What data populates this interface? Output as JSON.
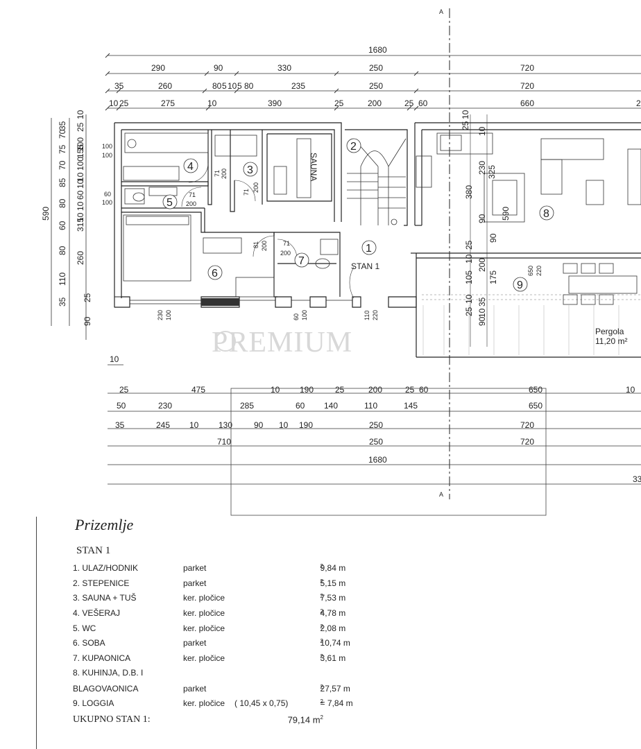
{
  "plan": {
    "watermark": "PREMIUM",
    "top_dims": {
      "row1": [
        "1680"
      ],
      "row2": [
        "290",
        "90",
        "330",
        "250",
        "720"
      ],
      "row3": [
        "35",
        "260",
        "80",
        "5",
        "10",
        "5",
        "80",
        "235",
        "250",
        "720"
      ],
      "row4": [
        "10",
        "25",
        "275",
        "10",
        "390",
        "25",
        "200",
        "25",
        "60",
        "660",
        "2"
      ]
    },
    "bottom_dims": {
      "row1": [
        "25",
        "475",
        "10",
        "190",
        "25",
        "200",
        "25",
        "60",
        "650",
        "10"
      ],
      "row2": [
        "50",
        "230",
        "285",
        "60",
        "140",
        "110",
        "145",
        "650"
      ],
      "row3": [
        "35",
        "245",
        "10",
        "130",
        "90",
        "10",
        "190",
        "250",
        "720"
      ],
      "row4": [
        "710",
        "250",
        "720"
      ],
      "row5": [
        "1680"
      ],
      "row6": [
        "33"
      ]
    },
    "left_dims": {
      "total": "590",
      "col1": [
        "35",
        "110",
        "80",
        "60",
        "80",
        "85",
        "70",
        "75",
        "70",
        "35"
      ],
      "col2": [
        "260",
        "315",
        "10",
        "10",
        "60",
        "10",
        "10",
        "100",
        "155",
        "100",
        "25",
        "10"
      ],
      "misc": [
        "90",
        "25",
        "10",
        "10"
      ]
    },
    "rooms": [
      {
        "num": "1",
        "label": "STAN 1"
      },
      {
        "num": "2"
      },
      {
        "num": "3",
        "label": "SAUNA"
      },
      {
        "num": "4"
      },
      {
        "num": "5"
      },
      {
        "num": "6"
      },
      {
        "num": "7"
      },
      {
        "num": "8"
      },
      {
        "num": "9"
      }
    ],
    "door_labels": {
      "d4": [
        "71",
        "200"
      ],
      "d3": [
        "71",
        "200"
      ],
      "d5": [
        "71",
        "200"
      ],
      "d6": [
        "81",
        "200"
      ],
      "d7": [
        "71",
        "200"
      ],
      "w4": [
        "100",
        "100"
      ],
      "w5": [
        "60",
        "100"
      ],
      "w6": [
        "230",
        "100"
      ],
      "w7": [
        "60",
        "100"
      ],
      "d1": [
        "110",
        "220"
      ],
      "w9": [
        "650",
        "220"
      ]
    },
    "kitchen_dims": [
      "10",
      "25",
      "10",
      "230",
      "325",
      "380",
      "90",
      "590",
      "90",
      "25",
      "10",
      "200",
      "105",
      "175",
      "35",
      "10",
      "25",
      "10",
      "90"
    ],
    "pergola": {
      "label": "Pergola",
      "area": "11,20 m²"
    }
  },
  "legend": {
    "title": "Prizemlje",
    "subtitle": "STAN 1",
    "rows": [
      {
        "name": "1. ULAZ/HODNIK",
        "material": "parket",
        "note": "",
        "area": "9,84 m"
      },
      {
        "name": "2. STEPENICE",
        "material": "parket",
        "note": "",
        "area": "5,15 m"
      },
      {
        "name": "3. SAUNA + TUŠ",
        "material": "ker. pločice",
        "note": "",
        "area": "7,53 m"
      },
      {
        "name": "4. VEŠERAJ",
        "material": "ker. pločice",
        "note": "",
        "area": "4,78 m"
      },
      {
        "name": "5. WC",
        "material": "ker. pločice",
        "note": "",
        "area": "2,08 m"
      },
      {
        "name": "6. SOBA",
        "material": "parket",
        "note": "",
        "area": "10,74 m"
      },
      {
        "name": "7. KUPAONICA",
        "material": "ker. pločice",
        "note": "",
        "area": "3,61 m"
      },
      {
        "name": "8. KUHINJA, D.B. I",
        "material": "",
        "note": "",
        "area": ""
      },
      {
        "name": "BLAGOVAONICA",
        "material": "parket",
        "note": "",
        "area": "27,57 m"
      },
      {
        "name": "9. LOGGIA",
        "material": "ker. pločice",
        "note": "( 10,45 x 0,75)",
        "area": "= 7,84 m"
      }
    ],
    "total_label": "UKUPNO STAN 1:",
    "total_area": "79,14 m",
    "sup": "2"
  }
}
